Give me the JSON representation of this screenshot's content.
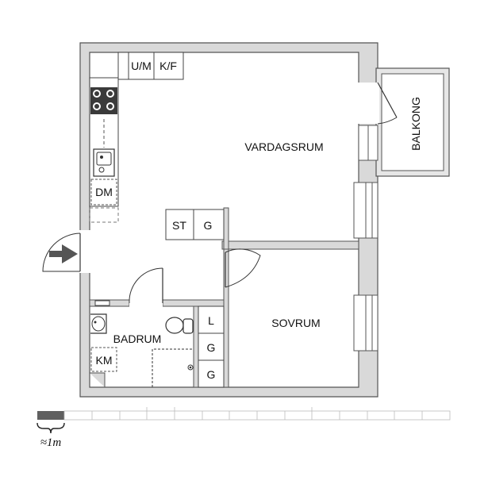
{
  "rooms": {
    "living": "VARDAGSRUM",
    "balcony": "BALKONG",
    "bedroom": "SOVRUM",
    "bathroom": "BADRUM"
  },
  "fixtures": {
    "fridge_freezer_um": "U/M",
    "fridge_freezer_kf": "K/F",
    "dishwasher": "DM",
    "storage": "ST",
    "wardrobe_g1": "G",
    "linen": "L",
    "wardrobe_g2": "G",
    "wardrobe_g3": "G",
    "washing_machine": "KM"
  },
  "scale": {
    "label": "≈1m"
  },
  "colors": {
    "wall": "#d9d9d9",
    "wall_stroke": "#555555",
    "line": "#333333",
    "scale_dark": "#606060",
    "arrow": "#555555"
  }
}
